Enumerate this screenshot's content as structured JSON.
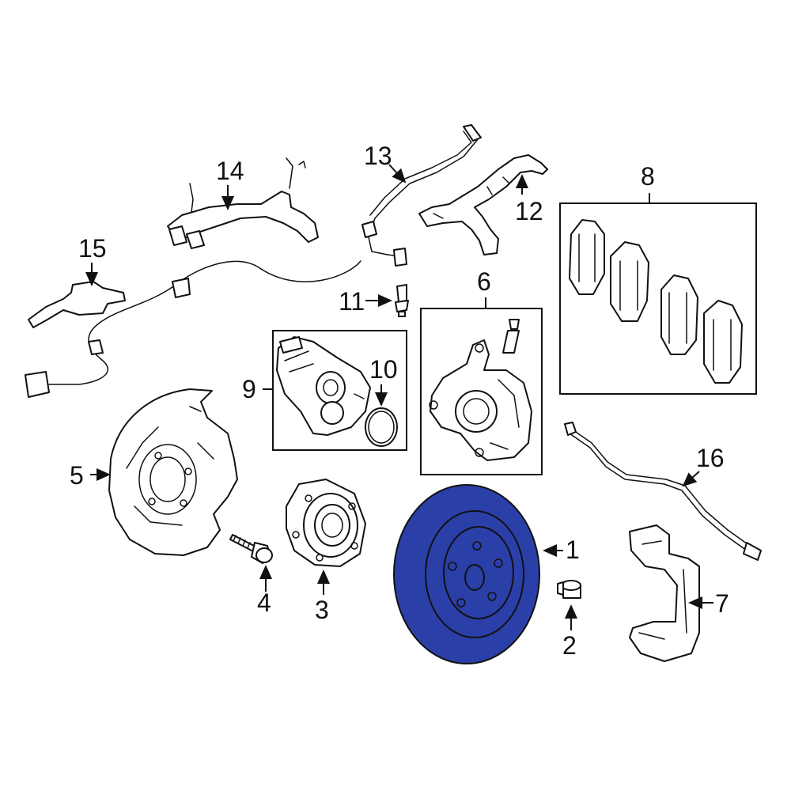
{
  "callouts": {
    "c1": "1",
    "c2": "2",
    "c3": "3",
    "c4": "4",
    "c5": "5",
    "c6": "6",
    "c7": "7",
    "c8": "8",
    "c9": "9",
    "c10": "10",
    "c11": "11",
    "c12": "12",
    "c13": "13",
    "c14": "14",
    "c15": "15",
    "c16": "16"
  },
  "colors": {
    "highlight": "#2b3fa8",
    "line": "#111111",
    "background": "#ffffff"
  }
}
